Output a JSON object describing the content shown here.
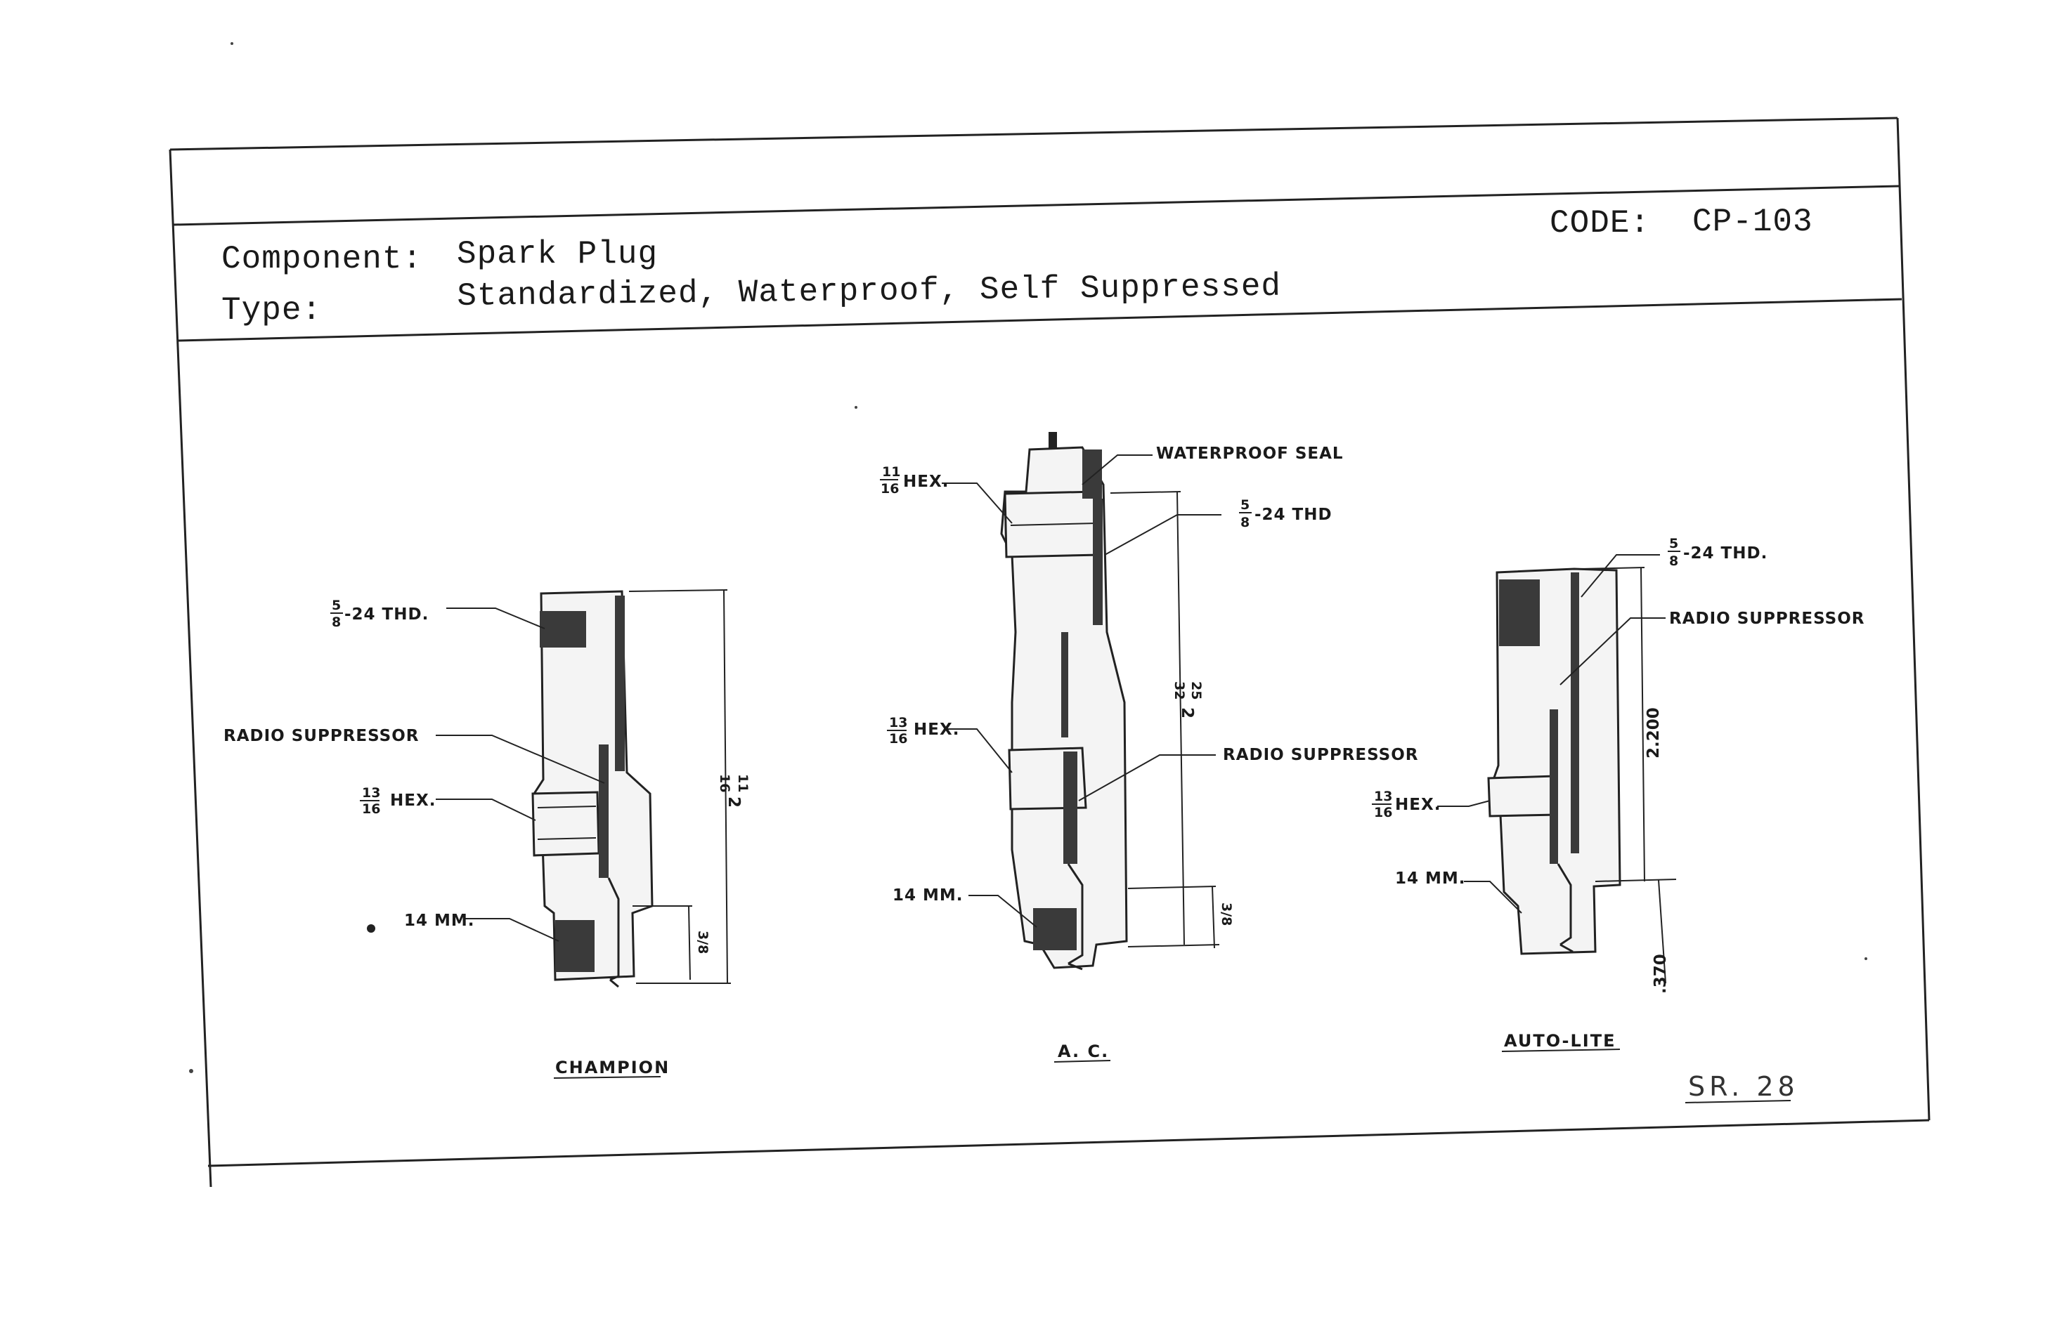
{
  "header": {
    "component_label": "Component:",
    "component_value": "Spark Plug",
    "type_label": "Type:",
    "type_value": "Standardized, Waterproof, Self Suppressed",
    "code_label": "CODE:",
    "code_value": "CP-103"
  },
  "plugs": [
    {
      "caption": "CHAMPION",
      "labels": {
        "thread": "-24 THD.",
        "suppressor": "RADIO SUPPRESSOR",
        "hex": "HEX.",
        "mm": "14 MM."
      },
      "fractions": {
        "thread": [
          "5",
          "8"
        ],
        "hex": [
          "13",
          "16"
        ],
        "length": [
          "11",
          "16"
        ]
      },
      "dims": {
        "length_whole": "2",
        "reach": "3/8"
      }
    },
    {
      "caption": "A. C.",
      "labels": {
        "seal": "WATERPROOF SEAL",
        "top_hex": "HEX.",
        "thread": "-24 THD",
        "mid_hex": "HEX.",
        "suppressor": "RADIO SUPPRESSOR",
        "mm": "14 MM."
      },
      "fractions": {
        "top_hex": [
          "11",
          "16"
        ],
        "thread": [
          "5",
          "8"
        ],
        "mid_hex": [
          "13",
          "16"
        ],
        "length": [
          "25",
          "32"
        ]
      },
      "dims": {
        "length_whole": "2",
        "reach": "3/8"
      }
    },
    {
      "caption": "AUTO-LITE",
      "labels": {
        "thread": "-24 THD.",
        "suppressor": "RADIO SUPPRESSOR",
        "hex": "HEX.",
        "mm": "14 MM."
      },
      "fractions": {
        "thread": [
          "5",
          "8"
        ],
        "hex": [
          "13",
          "16"
        ]
      },
      "dims": {
        "length": "2.200",
        "reach": ".370"
      }
    }
  ],
  "footer_mark": "SR. 28"
}
